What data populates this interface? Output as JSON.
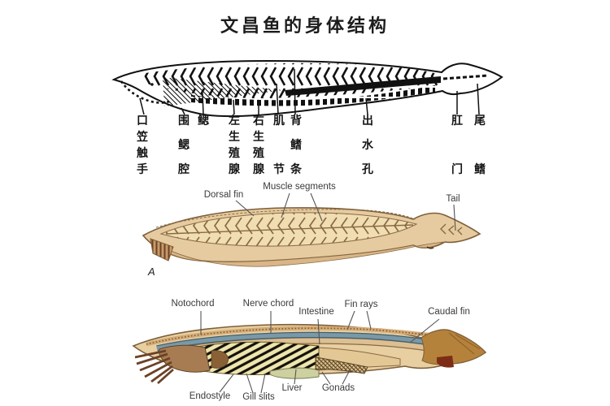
{
  "title": "文昌鱼的身体结构",
  "top_diagram": {
    "description": "black and white line drawing of amphioxus with Chinese part labels",
    "labels": [
      "口笠触手",
      "围鳃腔",
      "鳃",
      "左生殖腺",
      "右生殖腺",
      "肌节",
      "背鳍条",
      "出水孔",
      "肛门",
      "尾鳍"
    ]
  },
  "middle_diagram": {
    "panel_letter": "A",
    "labels": {
      "dorsal_fin": "Dorsal fin",
      "muscle_segments": "Muscle segments",
      "tail": "Tail"
    }
  },
  "bottom_diagram": {
    "labels": {
      "notochord": "Notochord",
      "nerve_chord": "Nerve chord",
      "intestine": "Intestine",
      "fin_rays": "Fin rays",
      "caudal_fin": "Caudal fin",
      "endostyle": "Endostyle",
      "gill_slits": "Gill slits",
      "liver": "Liver",
      "gonads": "Gonads"
    }
  },
  "colors": {
    "ink": "#111111",
    "label_gray": "#3a3a3a",
    "body_tan": "#e6cba0",
    "belly_tan": "#d9b688",
    "outline_brown": "#7d5f3a",
    "nerve_blue": "#7a99a8",
    "pharynx_yellow": "#efe6ae",
    "oral_hood_brown": "#a87c52",
    "caudal_gold": "#b5823c"
  }
}
